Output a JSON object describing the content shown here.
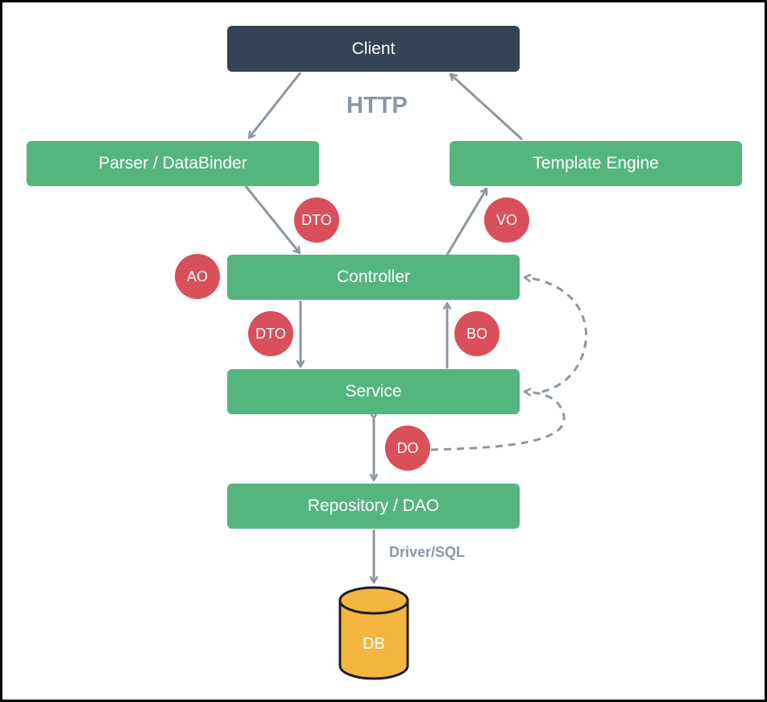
{
  "diagram": {
    "nodes": {
      "client": "Client",
      "parser": "Parser / DataBinder",
      "template_engine": "Template Engine",
      "controller": "Controller",
      "service": "Service",
      "repository": "Repository / DAO",
      "db": "DB"
    },
    "badges": {
      "dto_top": "DTO",
      "vo": "VO",
      "ao": "AO",
      "dto_mid": "DTO",
      "bo": "BO",
      "do": "DO"
    },
    "labels": {
      "http": "HTTP",
      "driver_sql": "Driver/SQL"
    },
    "colors": {
      "client": "#344356",
      "layer": "#55b57f",
      "badge": "#d9505a",
      "db": "#f4b63f",
      "arrow": "#8c96a2"
    }
  }
}
